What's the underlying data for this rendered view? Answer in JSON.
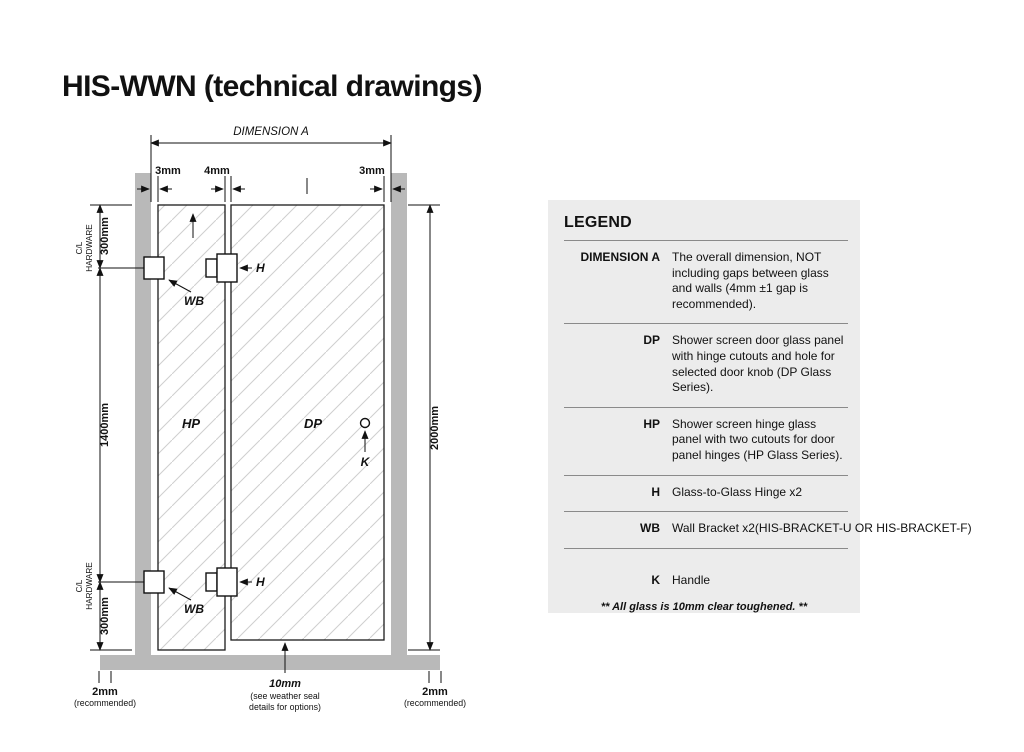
{
  "title": "HIS-WWN (technical drawings)",
  "drawing": {
    "dimension_a": "DIMENSION A",
    "gap_top_left": "3mm",
    "gap_top_middle": "4mm",
    "gap_top_right": "3mm",
    "cl_line1": "C/L",
    "cl_line2": "HARDWARE",
    "dim_top": "300mm",
    "dim_middle": "1400mm",
    "dim_bottom": "300mm",
    "dim_height": "2000mm",
    "panel_left": "HP",
    "panel_right": "DP",
    "hinge": "H",
    "bracket": "WB",
    "handle": "K",
    "gap_bottom_side": "2mm",
    "gap_bottom_side_note": "(recommended)",
    "gap_bottom_middle": "10mm",
    "gap_bottom_middle_note1": "(see weather seal",
    "gap_bottom_middle_note2": "details for options)"
  },
  "legend": {
    "heading": "LEGEND",
    "rows": [
      {
        "term": "DIMENSION A",
        "description": "The overall dimension, NOT including gaps between glass and walls (4mm ±1 gap is recommended)."
      },
      {
        "term": "DP",
        "description": "Shower screen door glass panel with hinge cutouts and hole for selected door knob (DP Glass Series)."
      },
      {
        "term": "HP",
        "description": "Shower screen hinge glass panel with two cutouts for door panel hinges (HP Glass Series)."
      },
      {
        "term": "H",
        "description": "Glass-to-Glass Hinge x2"
      },
      {
        "term": "WB",
        "description": "Wall Bracket x2(HIS-BRACKET-U OR HIS-BRACKET-F)"
      },
      {
        "term": "K",
        "description": "Handle"
      }
    ],
    "note": "** All glass is 10mm clear toughened. **"
  }
}
